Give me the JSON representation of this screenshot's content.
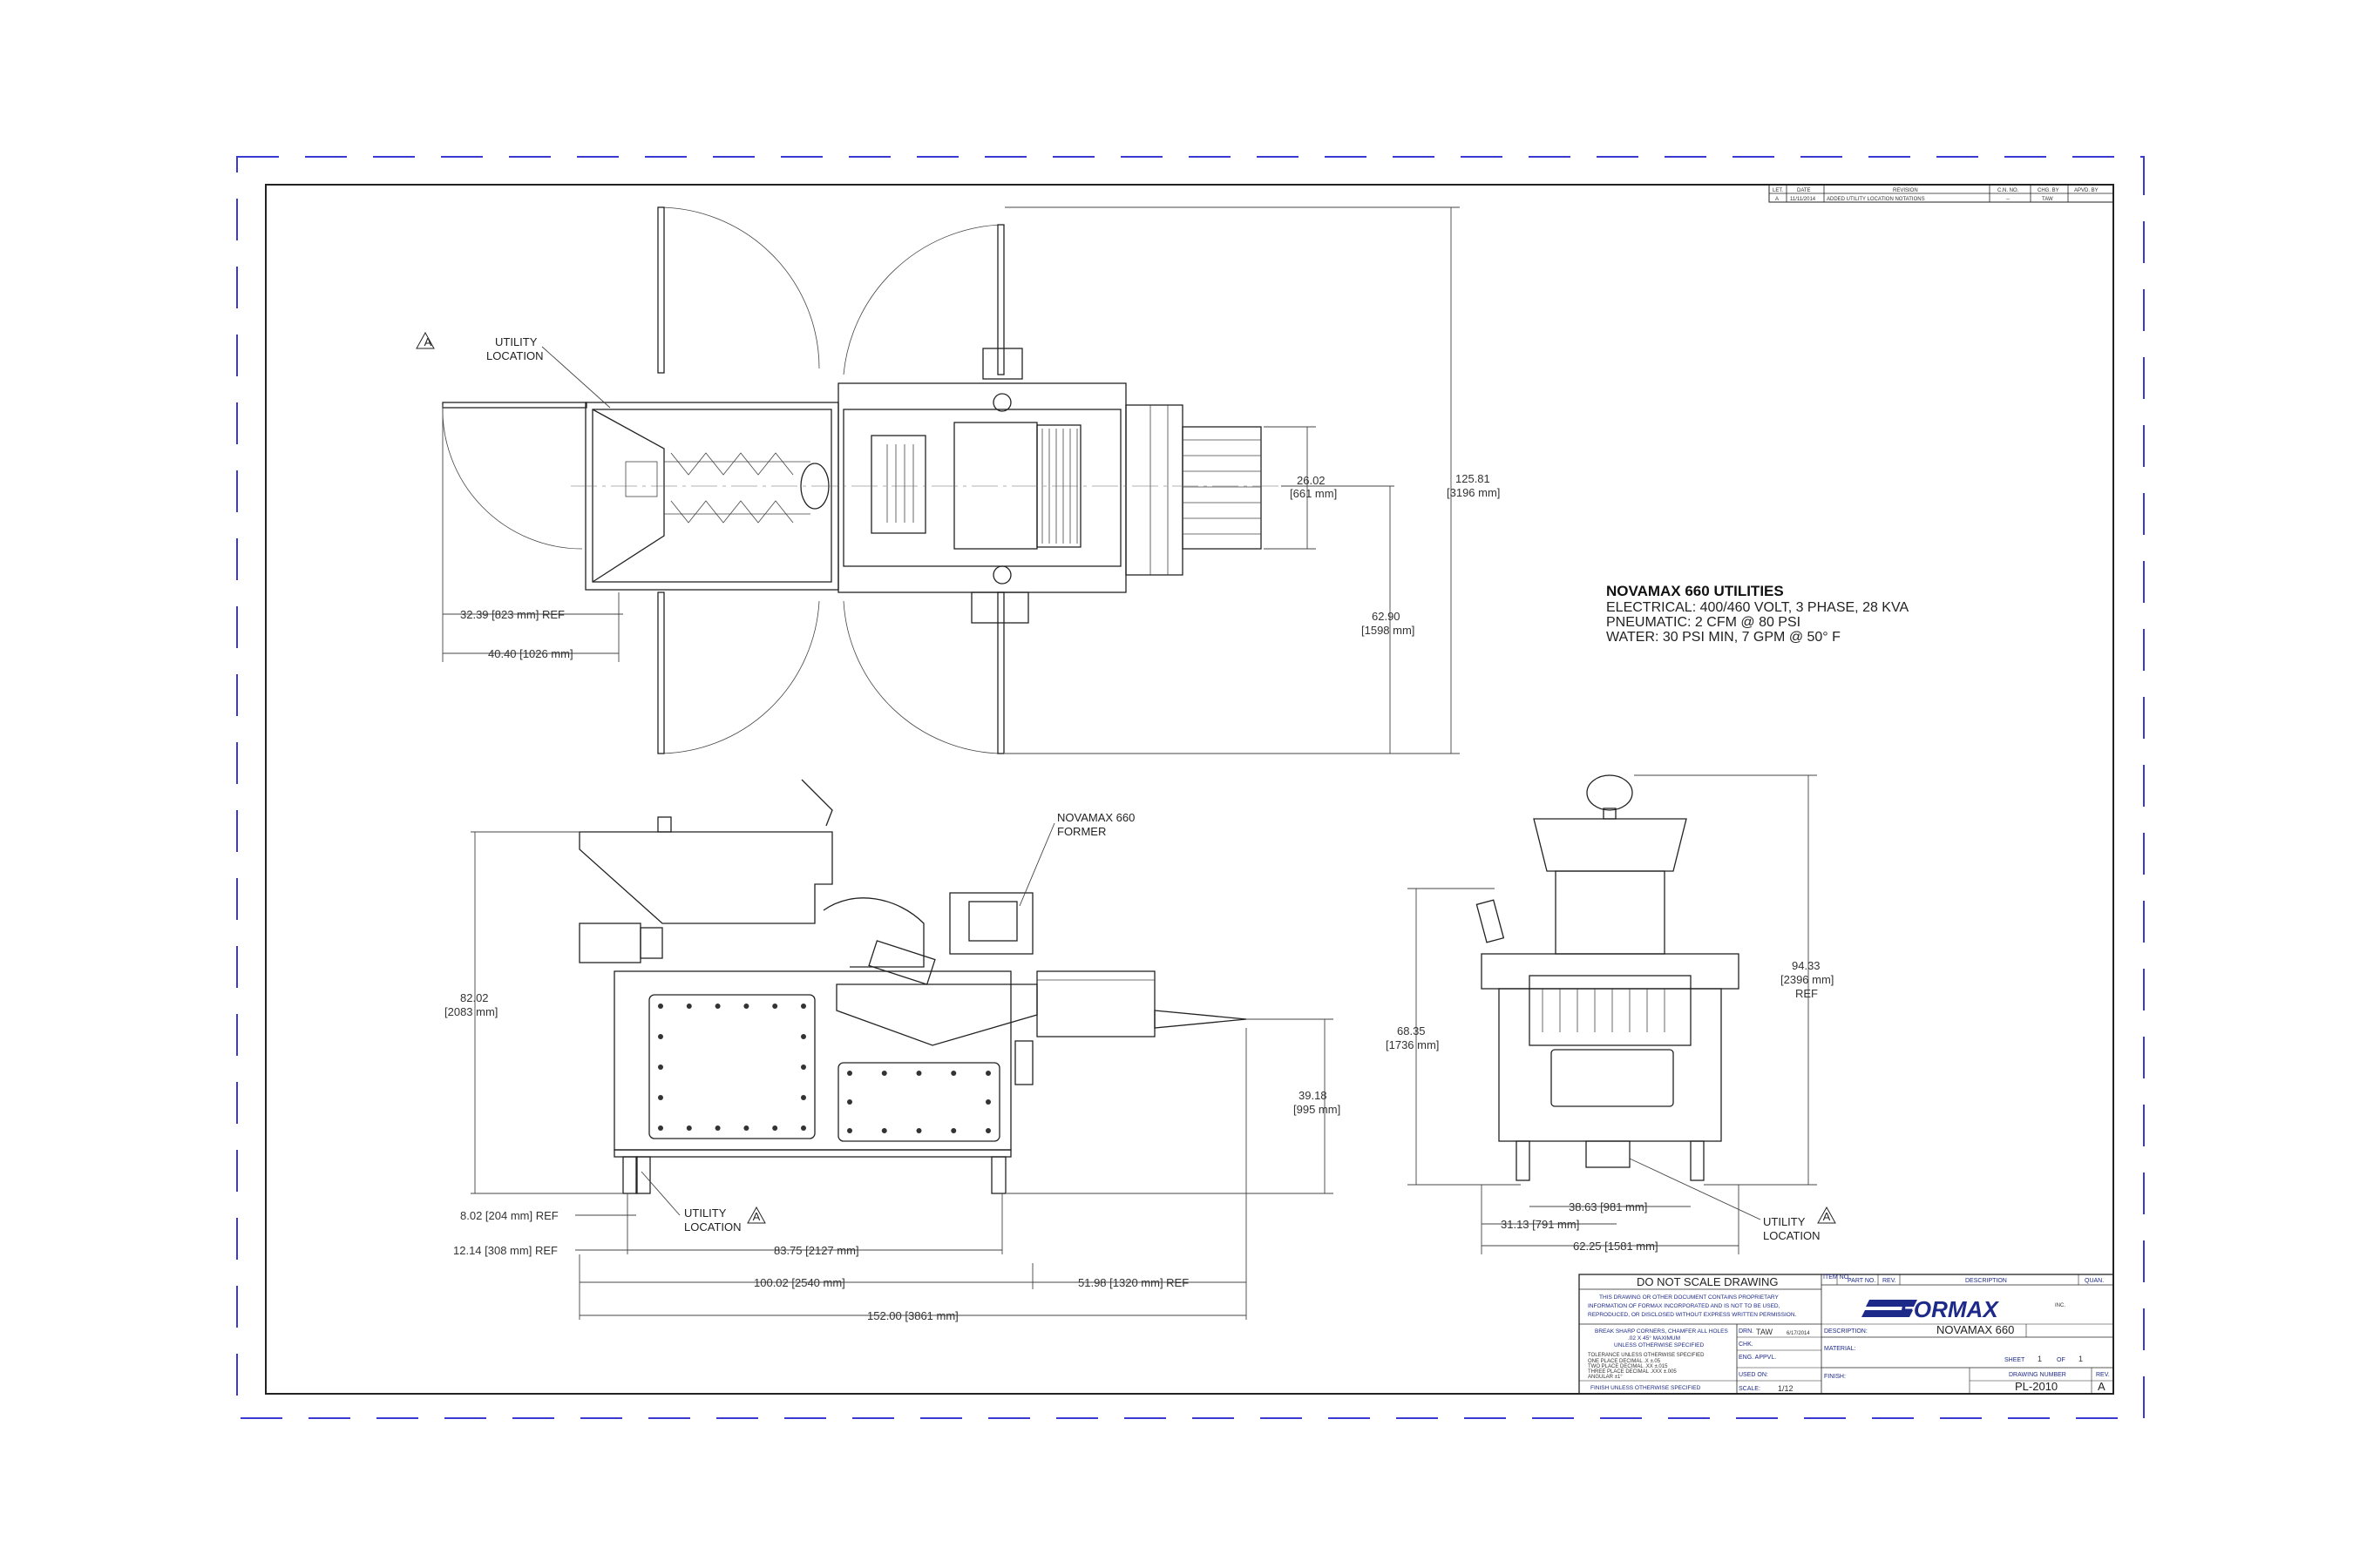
{
  "revision_block": {
    "headers": [
      "LET.",
      "DATE",
      "REVISION",
      "C.N. NO.",
      "CHG. BY",
      "APVD. BY"
    ],
    "rows": [
      [
        "A",
        "11/11/2014",
        "ADDED UTILITY LOCATION NOTATIONS",
        "--",
        "TAW",
        ""
      ]
    ]
  },
  "utilities_note": {
    "title": "NOVAMAX 660 UTILITIES",
    "lines": [
      "ELECTRICAL: 400/460 VOLT, 3 PHASE, 28 KVA",
      "PNEUMATIC: 2 CFM @ 80 PSI",
      "WATER: 30 PSI MIN, 7 GPM @ 50° F"
    ]
  },
  "callouts": {
    "utility_top": [
      "UTILITY",
      "LOCATION"
    ],
    "utility_side": [
      "UTILITY",
      "LOCATION"
    ],
    "utility_end": [
      "UTILITY",
      "LOCATION"
    ],
    "former": [
      "NOVAMAX 660",
      "FORMER"
    ],
    "rev_marker": "A"
  },
  "dimensions_top_view": {
    "overall_length": [
      "125.81",
      "[3196 mm]"
    ],
    "conveyor_width": [
      "26.02",
      "[661 mm]"
    ],
    "half_length": [
      "62.90",
      "[1598 mm]"
    ],
    "offset_ref": "32.39 [823 mm] REF",
    "offset_2": "40.40 [1026 mm]"
  },
  "dimensions_side_view": {
    "height": [
      "82.02",
      "[2083 mm]"
    ],
    "conveyor_height": [
      "39.18",
      "[995 mm]"
    ],
    "foot_ref_1": "8.02 [204 mm] REF",
    "foot_ref_2": "12.14 [308 mm] REF",
    "base_length": "83.75 [2127 mm]",
    "body_length": "100.02 [2540 mm]",
    "conveyor_ref": "51.98 [1320 mm] REF",
    "overall_length": "152.00 [3861 mm]"
  },
  "dimensions_end_view": {
    "overall_height": [
      "94.33",
      "[2396 mm]",
      "REF"
    ],
    "screen_height": [
      "68.35",
      "[1736 mm]"
    ],
    "width_1": "38.63 [981 mm]",
    "width_2": "31.13 [791 mm]",
    "overall_width": "62.25 [1581 mm]"
  },
  "title_block": {
    "do_not_scale": "DO NOT SCALE DRAWING",
    "proprietary": [
      "THIS DRAWING OR OTHER DOCUMENT CONTAINS PROPRIETARY",
      "INFORMATION OF FORMAX INCORPORATED AND IS NOT TO BE USED,",
      "REPRODUCED, OR DISCLOSED WITHOUT EXPRESS WRITTEN PERMISSION."
    ],
    "break_corners": [
      "BREAK SHARP CORNERS, CHAMFER ALL HOLES",
      ".02 X 45° MAXIMUM",
      "UNLESS OTHERWISE SPECIFIED"
    ],
    "tolerance_lines": [
      "TOLERANCE UNLESS OTHERWISE SPECIFIED",
      "ONE PLACE DECIMAL  .X  ±.05",
      "TWO PLACE DECIMAL  .XX  ±.015",
      "THREE PLACE DECIMAL  .XXX  ±.005",
      "ANGULAR  ±1°"
    ],
    "finish_note": "FINISH  UNLESS OTHERWISE SPECIFIED",
    "item_no_label": "ITEM NO.",
    "part_no_label": "PART NO.",
    "rev_label": "REV.",
    "description_label": "DESCRIPTION",
    "quan_label": "QUAN.",
    "logo": "FORMAX",
    "logo_suffix": "INC.",
    "description_field": "DESCRIPTION:",
    "description": "NOVAMAX 660",
    "drn_label": "DRN.",
    "drn_value": "TAW",
    "drn_date": "6/17/2014",
    "chk_label": "CHK.",
    "eng_label": "ENG. APPVL.",
    "material_label": "MATERIAL:",
    "finish_label": "FINISH:",
    "used_on_label": "USED ON:",
    "scale_label": "SCALE:",
    "scale_value": "1/12",
    "sheet_label": "SHEET",
    "sheet_no": "1",
    "of_label": "OF",
    "sheet_total": "1",
    "drawing_number_label": "DRAWING NUMBER",
    "drawing_number": "PL-2010",
    "rev_value": "A"
  },
  "colors": {
    "border_dash": "#3a3ad0",
    "line": "#222222",
    "brand": "#1e2a8a"
  }
}
